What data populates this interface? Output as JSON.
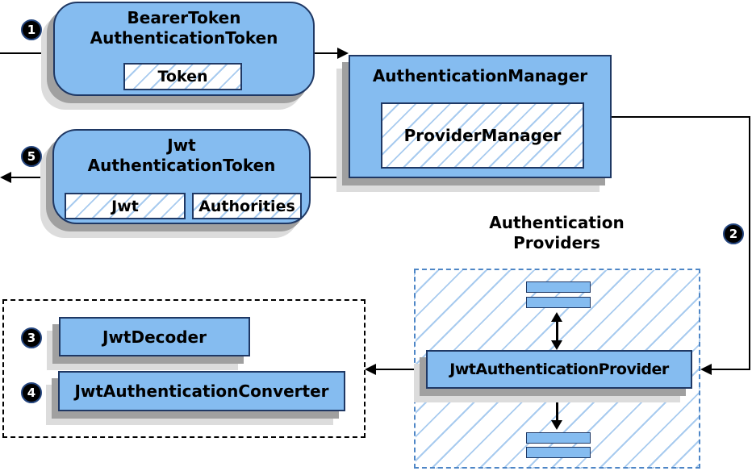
{
  "colors": {
    "node_fill": "#85BCF0",
    "node_border": "#1F3864",
    "hatch_line": "#A8CBEF",
    "providers_dash": "#4E86C6",
    "shadow_dark": "#A0A0A0",
    "shadow_light": "#DCDCDC",
    "arrow": "#000000",
    "badge_bg": "#000000",
    "badge_text": "#FFFFFF"
  },
  "steps": {
    "one": "1",
    "two": "2",
    "three": "3",
    "four": "4",
    "five": "5"
  },
  "bearer_token_node": {
    "title_line1": "BearerToken",
    "title_line2": "AuthenticationToken",
    "field_token": "Token"
  },
  "authentication_manager_node": {
    "title": "AuthenticationManager",
    "inner": "ProviderManager"
  },
  "jwt_authentication_token_node": {
    "title_line1": "Jwt",
    "title_line2": "AuthenticationToken",
    "field_jwt": "Jwt",
    "field_authorities": "Authorities"
  },
  "authentication_providers_group": {
    "label_line1": "Authentication",
    "label_line2": "Providers",
    "provider": "JwtAuthenticationProvider"
  },
  "converter_group": {
    "decoder": "JwtDecoder",
    "converter": "JwtAuthenticationConverter"
  }
}
